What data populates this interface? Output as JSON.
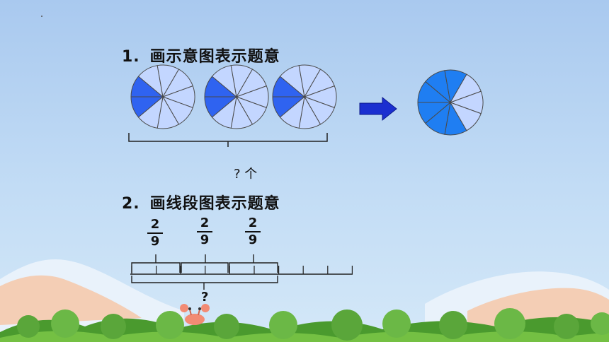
{
  "section1": {
    "number": "1.",
    "title": "画示意图表示题意",
    "slices_per_circle": 9,
    "shaded_per_left_circle": 2,
    "left_circle_count": 3,
    "shaded_in_result_circle": 6,
    "brace_label": "? 个"
  },
  "section2": {
    "number": "2.",
    "title": "画线段图表示题意",
    "fractions": [
      {
        "numerator": "2",
        "denominator": "9"
      },
      {
        "numerator": "2",
        "denominator": "9"
      },
      {
        "numerator": "2",
        "denominator": "9"
      }
    ],
    "segments": 9,
    "bottom_label": "?"
  },
  "colors": {
    "shaded": "#2f63f0",
    "result_shaded": "#1f7ef2",
    "unshaded": "#c3d6ff",
    "stroke": "#4a4a4a",
    "arrow": "#1b2fd0"
  }
}
